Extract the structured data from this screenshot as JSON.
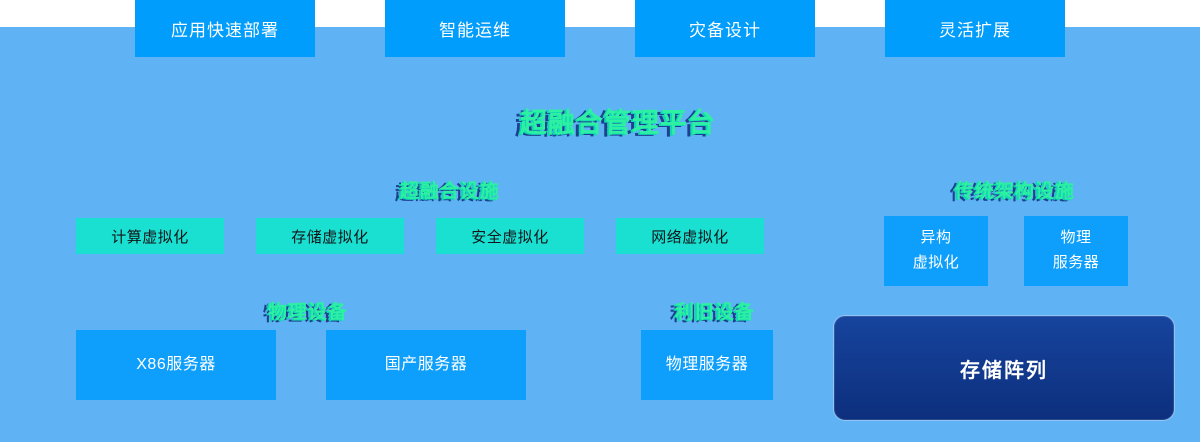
{
  "colors": {
    "canvas": "#5fb2f3",
    "top_box": "#009dfc",
    "chip": "#1ae0d2",
    "card": "#0d9ffb",
    "storage": "#103a8f",
    "heading_green": "#2ef0a2"
  },
  "top_boxes": [
    {
      "label": "应用快速部署"
    },
    {
      "label": "智能运维"
    },
    {
      "label": "灾备设计"
    },
    {
      "label": "灵活扩展"
    }
  ],
  "title": "超融合管理平台",
  "sections": {
    "hci": "超融合设施",
    "traditional": "传统架构设施",
    "physical": "物理设备",
    "legacy": "利旧设备"
  },
  "virtualization_chips": [
    {
      "label": "计算虚拟化"
    },
    {
      "label": "存储虚拟化"
    },
    {
      "label": "安全虚拟化"
    },
    {
      "label": "网络虚拟化"
    }
  ],
  "traditional_cards": [
    {
      "line1": "异构",
      "line2": "虚拟化"
    },
    {
      "line1": "物理",
      "line2": "服务器"
    }
  ],
  "physical_cards": [
    {
      "label": "X86服务器"
    },
    {
      "label": "国产服务器"
    }
  ],
  "legacy_card": {
    "label": "物理服务器"
  },
  "storage_array": {
    "label": "存储阵列"
  }
}
